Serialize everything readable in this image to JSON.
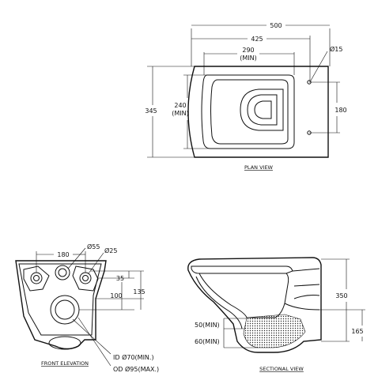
{
  "plan_view": {
    "caption": "PLAN VIEW",
    "dims": {
      "width_overall": "500",
      "width_inner": "425",
      "width_min_value": "290",
      "width_min_note": "(MIN)",
      "hole_diameter": "Ø15",
      "depth_overall": "345",
      "depth_min_value": "240",
      "depth_min_note": "(MIN)",
      "hole_spacing": "180"
    }
  },
  "front_elevation": {
    "caption": "FRONT ELEVATION",
    "dims": {
      "top_spacing": "180",
      "dia_large": "Ø55",
      "dia_small": "Ø25",
      "height_35": "35",
      "height_100": "100",
      "height_135": "135"
    },
    "notes": {
      "inner_diameter": "ID Ø70(MIN.)",
      "outer_diameter": "OD Ø95(MAX.)"
    }
  },
  "sectional_view": {
    "caption": "SECTIONAL VIEW",
    "dims": {
      "height_overall": "350",
      "height_trap": "165",
      "water_50": "50(MIN)",
      "water_60": "60(MIN)"
    }
  }
}
